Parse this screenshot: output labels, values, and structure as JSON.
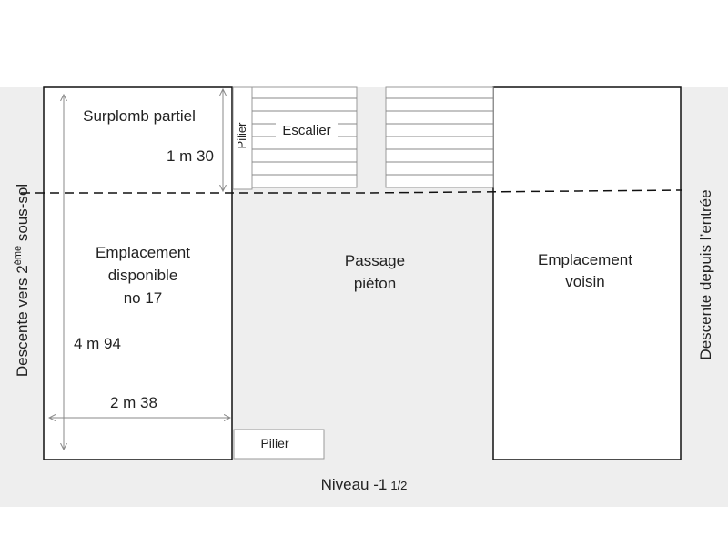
{
  "colors": {
    "band": "#eeeeee",
    "space_fill": "#ffffff",
    "outline": "#111111",
    "stair_line": "#888888",
    "dimension": "#888888"
  },
  "labels": {
    "overhang": "Surplomb partiel",
    "overhang_height": "1 m 30",
    "stairs": "Escalier",
    "pillar_top": "Pilier",
    "pillar_bottom": "Pilier",
    "space17_line1": "Emplacement",
    "space17_line2": "disponible",
    "space17_line3": "no 17",
    "length": "4 m 94",
    "width": "2 m 38",
    "walkway_line1": "Passage",
    "walkway_line2": "piéton",
    "neighbor_line1": "Emplacement",
    "neighbor_line2": "voisin",
    "level_main": "Niveau  -1",
    "level_fraction": "1/2",
    "left_side_a": "Descente  vers  2",
    "left_side_sup": "ème",
    "left_side_b": " sous-sol",
    "right_side": "Descente  depuis  l’entrée"
  },
  "icons": {
    "dimension_arrows": "double-arrow-icon"
  }
}
